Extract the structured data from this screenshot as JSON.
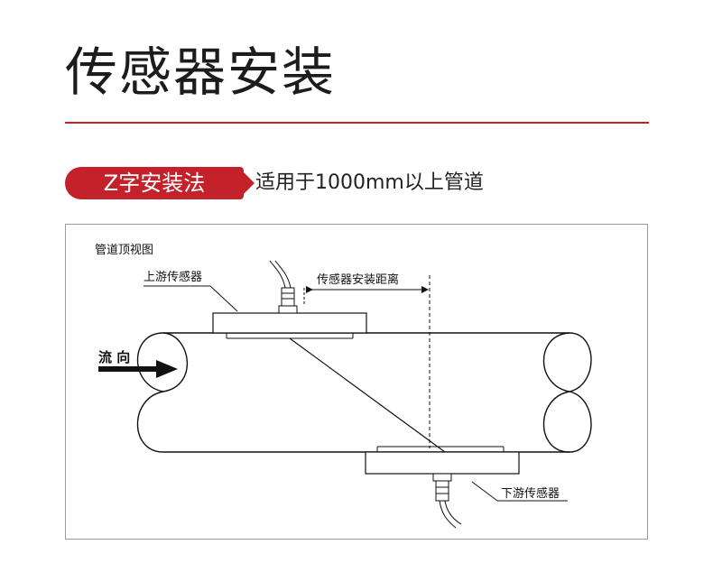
{
  "header": {
    "title": "传感器安装",
    "accent_color": "#c3222b"
  },
  "section": {
    "badge_label": "Z字安装法",
    "note": "适用于1000mm以上管道"
  },
  "diagram": {
    "view_label": "管道顶视图",
    "upstream_sensor_label": "上游传感器",
    "downstream_sensor_label": "下游传感器",
    "distance_label": "传感器安装距离",
    "flow_label": "流  向",
    "icons": [
      "flow-arrow-icon",
      "sensor-icon"
    ]
  }
}
